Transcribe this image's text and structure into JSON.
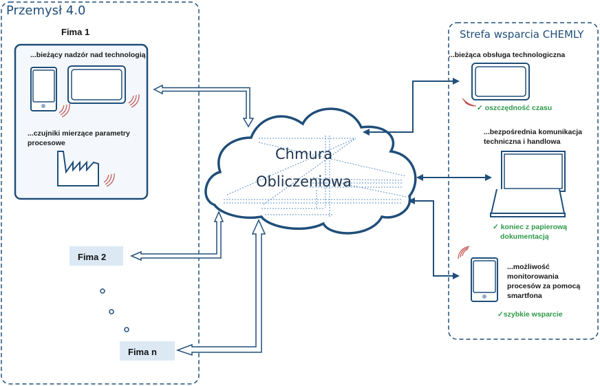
{
  "industry_panel": {
    "title": "Przemysł 4.0",
    "firm1": {
      "title": "Fima 1",
      "monitoring_text": "...bieżący nadzór nad technologią",
      "sensors_text_line1": "...czujniki mierzące parametry",
      "sensors_text_line2": "procesowe"
    },
    "firm2_label": "Fima 2",
    "firmn_label": "Fima n"
  },
  "cloud": {
    "line1": "Chmura",
    "line2": "Obliczeniowa"
  },
  "support_panel": {
    "title": "Strefa wsparcia CHEMLY",
    "items": [
      {
        "text_lines": [
          "...bieżąca obsługa technologiczna"
        ],
        "benefit_lines": [
          "✓ oszczędność czasu"
        ]
      },
      {
        "text_lines": [
          "...bezpośrednia komunikacja",
          "techniczna i handlowa"
        ],
        "benefit_lines": [
          "✓ koniec z papierową",
          "dokumentacją"
        ]
      },
      {
        "text_lines": [
          "...możliwość",
          "monitorowania",
          "procesów za pomocą",
          "smartfona"
        ],
        "benefit_lines": [
          "✓szybkie wsparcie"
        ]
      }
    ]
  },
  "colors": {
    "primary": "#1f4e79",
    "panel_fill": "#f4f8fc",
    "firm_label_bg": "#dce9f5",
    "signal": "#c0504d",
    "benefit": "#2e9a4a",
    "dotted_lines": "#5b8fc7"
  }
}
